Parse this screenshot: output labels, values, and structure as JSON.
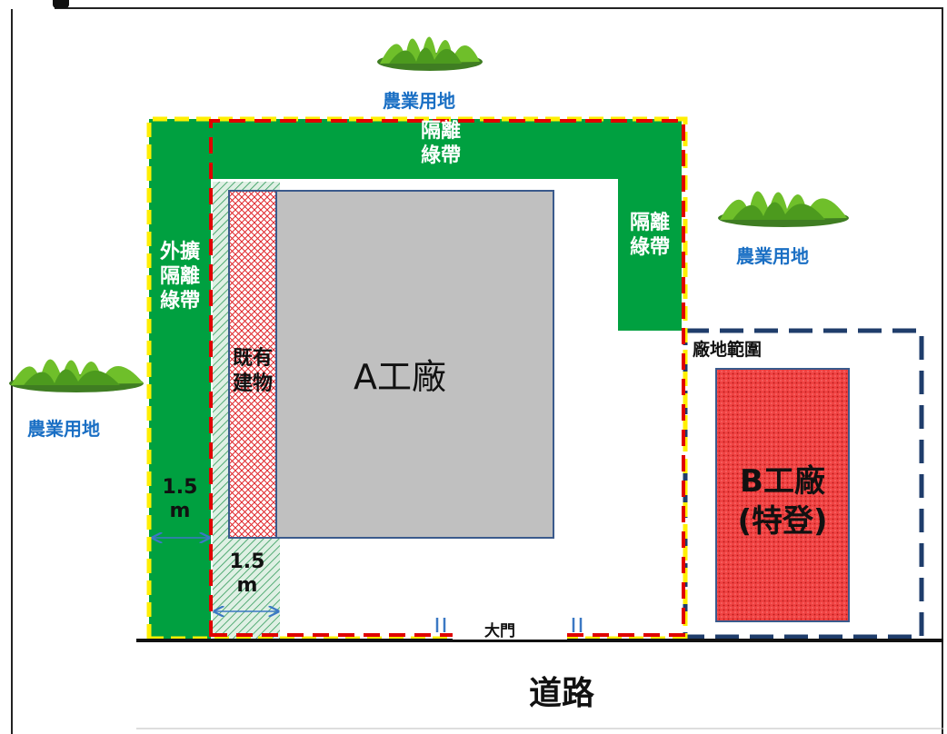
{
  "labels": {
    "farm_top": "農業用地",
    "farm_right": "農業用地",
    "farm_left": "農業用地",
    "buffer_top_1": "隔離",
    "buffer_top_2": "綠帶",
    "buffer_right_1": "隔離",
    "buffer_right_2": "綠帶",
    "buffer_left_1": "外擴",
    "buffer_left_2": "隔離",
    "buffer_left_3": "綠帶",
    "existing_1": "既有",
    "existing_2": "建物",
    "factory_a": "A工廠",
    "factory_b_1": "B工廠",
    "factory_b_2": "(特登)",
    "site_range": "廠地範圍",
    "dim_left_1": "1.5",
    "dim_left_2": "m",
    "dim_bottom_1": "1.5",
    "dim_bottom_2": "m",
    "gate": "大門",
    "road": "道路"
  },
  "colors": {
    "green_buffer": "#00a040",
    "factory_a": "#c0c0c0",
    "factory_b": "#f04040",
    "outline_blue": "#3a5a8c",
    "dash_red": "#e00000",
    "dash_yellow": "#ffef00",
    "site_dash": "#1f3d6b",
    "farm_text": "#1a6fc4"
  },
  "icons": [
    "grass-icon",
    "grass-icon",
    "grass-icon"
  ]
}
